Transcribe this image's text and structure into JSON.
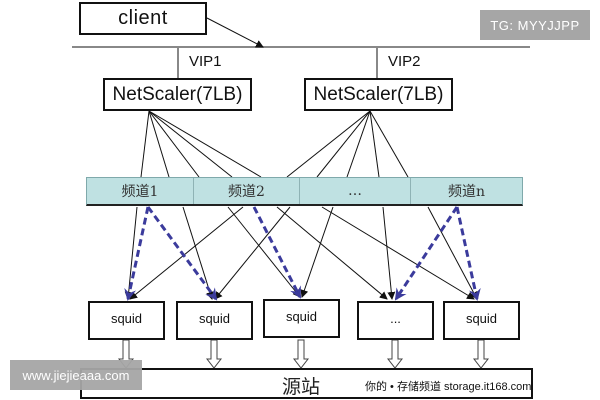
{
  "diagram": {
    "title": "",
    "client": {
      "label": "client"
    },
    "vips": [
      {
        "label": "VIP1"
      },
      {
        "label": "VIP2"
      }
    ],
    "load_balancers": [
      {
        "label": "NetScaler(7LB)",
        "vip": "VIP1"
      },
      {
        "label": "NetScaler(7LB)",
        "vip": "VIP2"
      }
    ],
    "channels": [
      {
        "label": "频道1"
      },
      {
        "label": "频道2"
      },
      {
        "label": "…"
      },
      {
        "label": "频道n"
      }
    ],
    "cache_nodes": [
      {
        "label": "squid"
      },
      {
        "label": "squid"
      },
      {
        "label": "squid"
      },
      {
        "label": "..."
      },
      {
        "label": "squid"
      }
    ],
    "origin": {
      "label": "源站"
    },
    "edges": {
      "client_to_network": {
        "from": "client",
        "to": "network-line",
        "style": "arrow"
      },
      "lb_to_channels": [
        {
          "from": "lb-1",
          "count": 5,
          "style": "solid"
        },
        {
          "from": "lb-2",
          "count": 5,
          "style": "solid"
        }
      ],
      "channel_to_cache": [
        {
          "from": "channel-1",
          "to": "cache-1",
          "style": "dashed-blue"
        },
        {
          "from": "channel-1",
          "to": "cache-2",
          "style": "dashed-blue"
        },
        {
          "from": "channel-2",
          "to": "cache-3",
          "style": "dashed-blue"
        },
        {
          "from": "channel-n",
          "to": "cache-4",
          "style": "dashed-blue"
        },
        {
          "from": "channel-n",
          "to": "cache-5",
          "style": "dashed-blue"
        }
      ],
      "cache_to_origin": {
        "count": 5,
        "style": "hollow-arrow"
      }
    },
    "colors": {
      "channel_fill": "#bfe1e2",
      "dashed_arrow": "#3b3b9c",
      "line": "#111111"
    }
  },
  "watermarks": {
    "top_right": "TG: MYYJJPP",
    "bottom_left": "www.jiejieaaa.com",
    "bottom_right": "你的 • 存储频道  storage.it168.com"
  }
}
